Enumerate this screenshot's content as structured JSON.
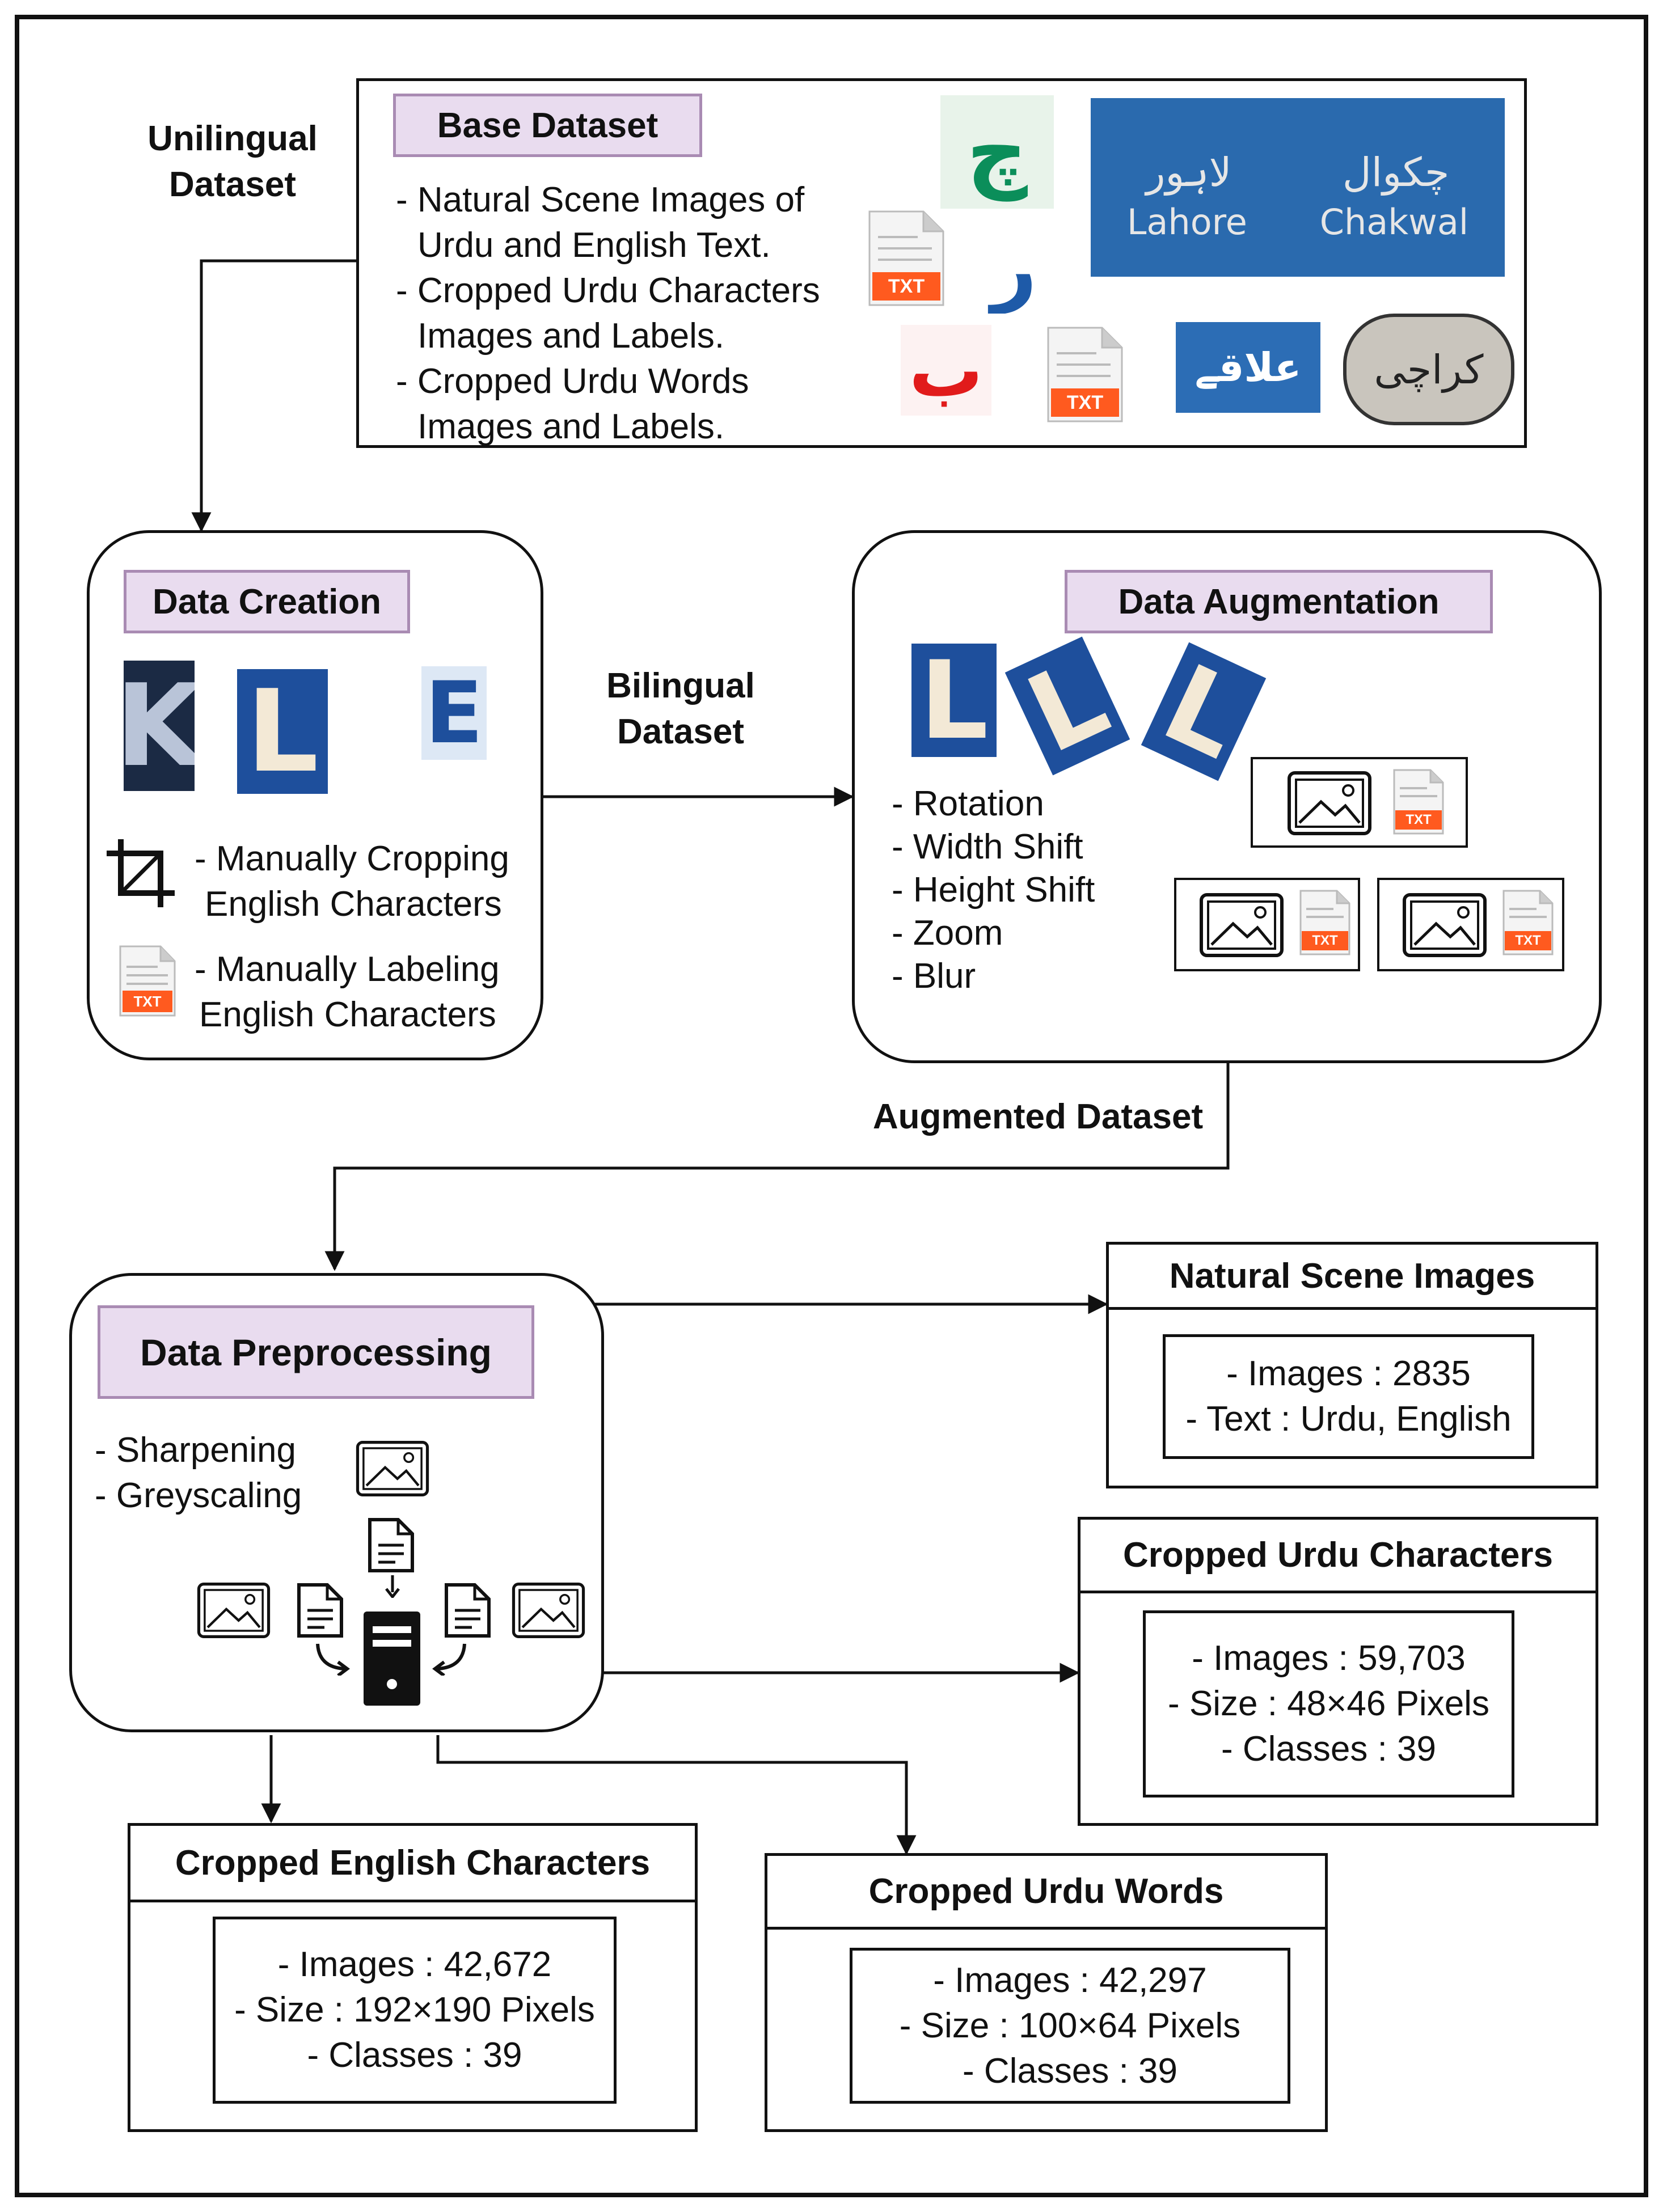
{
  "base": {
    "side_label_line1": "Unilingual",
    "side_label_line2": "Dataset",
    "title": "Base Dataset",
    "bullets": [
      "- Natural Scene Images of",
      "  Urdu and English Text.",
      "- Cropped Urdu Characters",
      "  Images and Labels.",
      "- Cropped Urdu Words",
      "  Images and Labels."
    ],
    "samples": {
      "urdu_char_1": "چ",
      "urdu_char_2": "ر",
      "urdu_char_3": "ب",
      "sign_urdu_left": "لاہور",
      "sign_english_left": "Lahore",
      "sign_urdu_right": "چکوال",
      "sign_english_right": "Chakwal",
      "word_1": "علاقے",
      "word_2": "کراچی",
      "txt_label": "TXT"
    }
  },
  "creation": {
    "title": "Data Creation",
    "letters": [
      "K",
      "L",
      "E"
    ],
    "step1_line1": "- Manually Cropping",
    "step1_line2": "English Characters",
    "step2_line1": "- Manually Labeling",
    "step2_line2": "English Characters",
    "txt_label": "TXT"
  },
  "bilingual": {
    "line1": "Bilingual",
    "line2": "Dataset"
  },
  "augmentation": {
    "title": "Data Augmentation",
    "letter": "L",
    "bullets": [
      "- Rotation",
      "- Width Shift",
      "- Height Shift",
      "- Zoom",
      "- Blur"
    ],
    "txt_label": "TXT"
  },
  "augmented_label": "Augmented Dataset",
  "preprocessing": {
    "title": "Data Preprocessing",
    "bullets": [
      "- Sharpening",
      "- Greyscaling"
    ]
  },
  "outputs": {
    "natural": {
      "title": "Natural Scene Images",
      "lines": [
        "- Images : 2835",
        "- Text : Urdu, English"
      ]
    },
    "urdu_chars": {
      "title": "Cropped Urdu Characters",
      "lines": [
        "- Images : 59,703",
        "- Size : 48×46 Pixels",
        "- Classes : 39"
      ]
    },
    "english_chars": {
      "title": "Cropped English Characters",
      "lines": [
        "- Images : 42,672",
        "- Size : 192×190 Pixels",
        "- Classes : 39"
      ]
    },
    "urdu_words": {
      "title": "Cropped Urdu Words",
      "lines": [
        "- Images : 42,297",
        "- Size : 100×64 Pixels",
        "- Classes : 39"
      ]
    }
  }
}
